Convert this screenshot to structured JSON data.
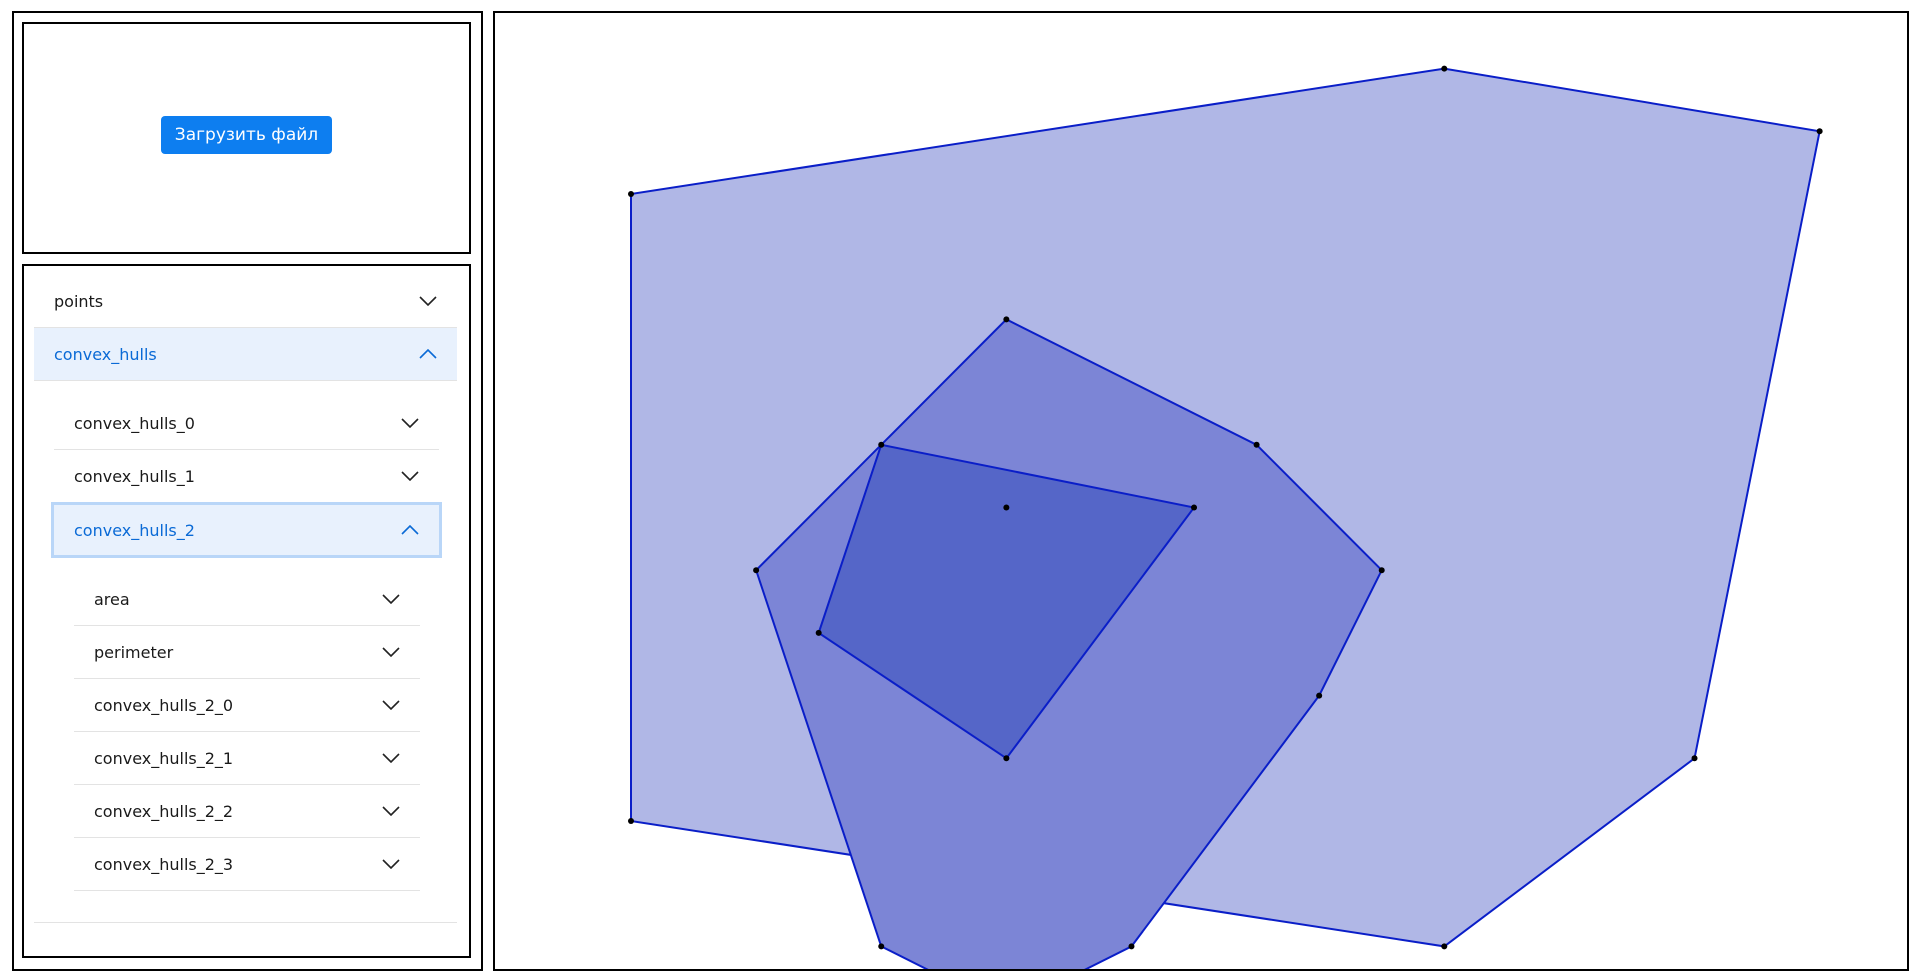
{
  "upload": {
    "button_label": "Загрузить файл"
  },
  "tree": {
    "points": {
      "label": "points"
    },
    "convex_hulls": {
      "label": "convex_hulls",
      "children": [
        {
          "label": "convex_hulls_0"
        },
        {
          "label": "convex_hulls_1"
        },
        {
          "label": "convex_hulls_2",
          "children": [
            {
              "label": "area"
            },
            {
              "label": "perimeter"
            },
            {
              "label": "convex_hulls_2_0"
            },
            {
              "label": "convex_hulls_2_1"
            },
            {
              "label": "convex_hulls_2_2"
            },
            {
              "label": "convex_hulls_2_3"
            }
          ]
        }
      ]
    }
  },
  "canvas": {
    "colors": {
      "fill": "#1e2dc8",
      "stroke": "#0a1ec8",
      "outer_fill": "#b0b7e6",
      "middle_fill": "#7c85d6",
      "inner_fill": "#5566c8",
      "point": "#000000"
    },
    "hulls": [
      {
        "name": "outer",
        "points": [
          [
            0,
            10
          ],
          [
            13,
            12
          ],
          [
            19,
            11
          ],
          [
            17,
            1
          ],
          [
            13,
            -2
          ],
          [
            0,
            0
          ]
        ]
      },
      {
        "name": "middle",
        "points": [
          [
            2,
            4
          ],
          [
            6,
            8
          ],
          [
            10,
            6
          ],
          [
            12,
            4
          ],
          [
            11,
            2
          ],
          [
            8,
            -2
          ],
          [
            6,
            -3
          ],
          [
            4,
            -2
          ]
        ]
      },
      {
        "name": "inner",
        "points": [
          [
            4,
            6
          ],
          [
            9,
            5
          ],
          [
            6,
            1
          ],
          [
            3,
            3
          ]
        ]
      }
    ],
    "extra_points": [
      [
        6,
        5
      ]
    ]
  }
}
